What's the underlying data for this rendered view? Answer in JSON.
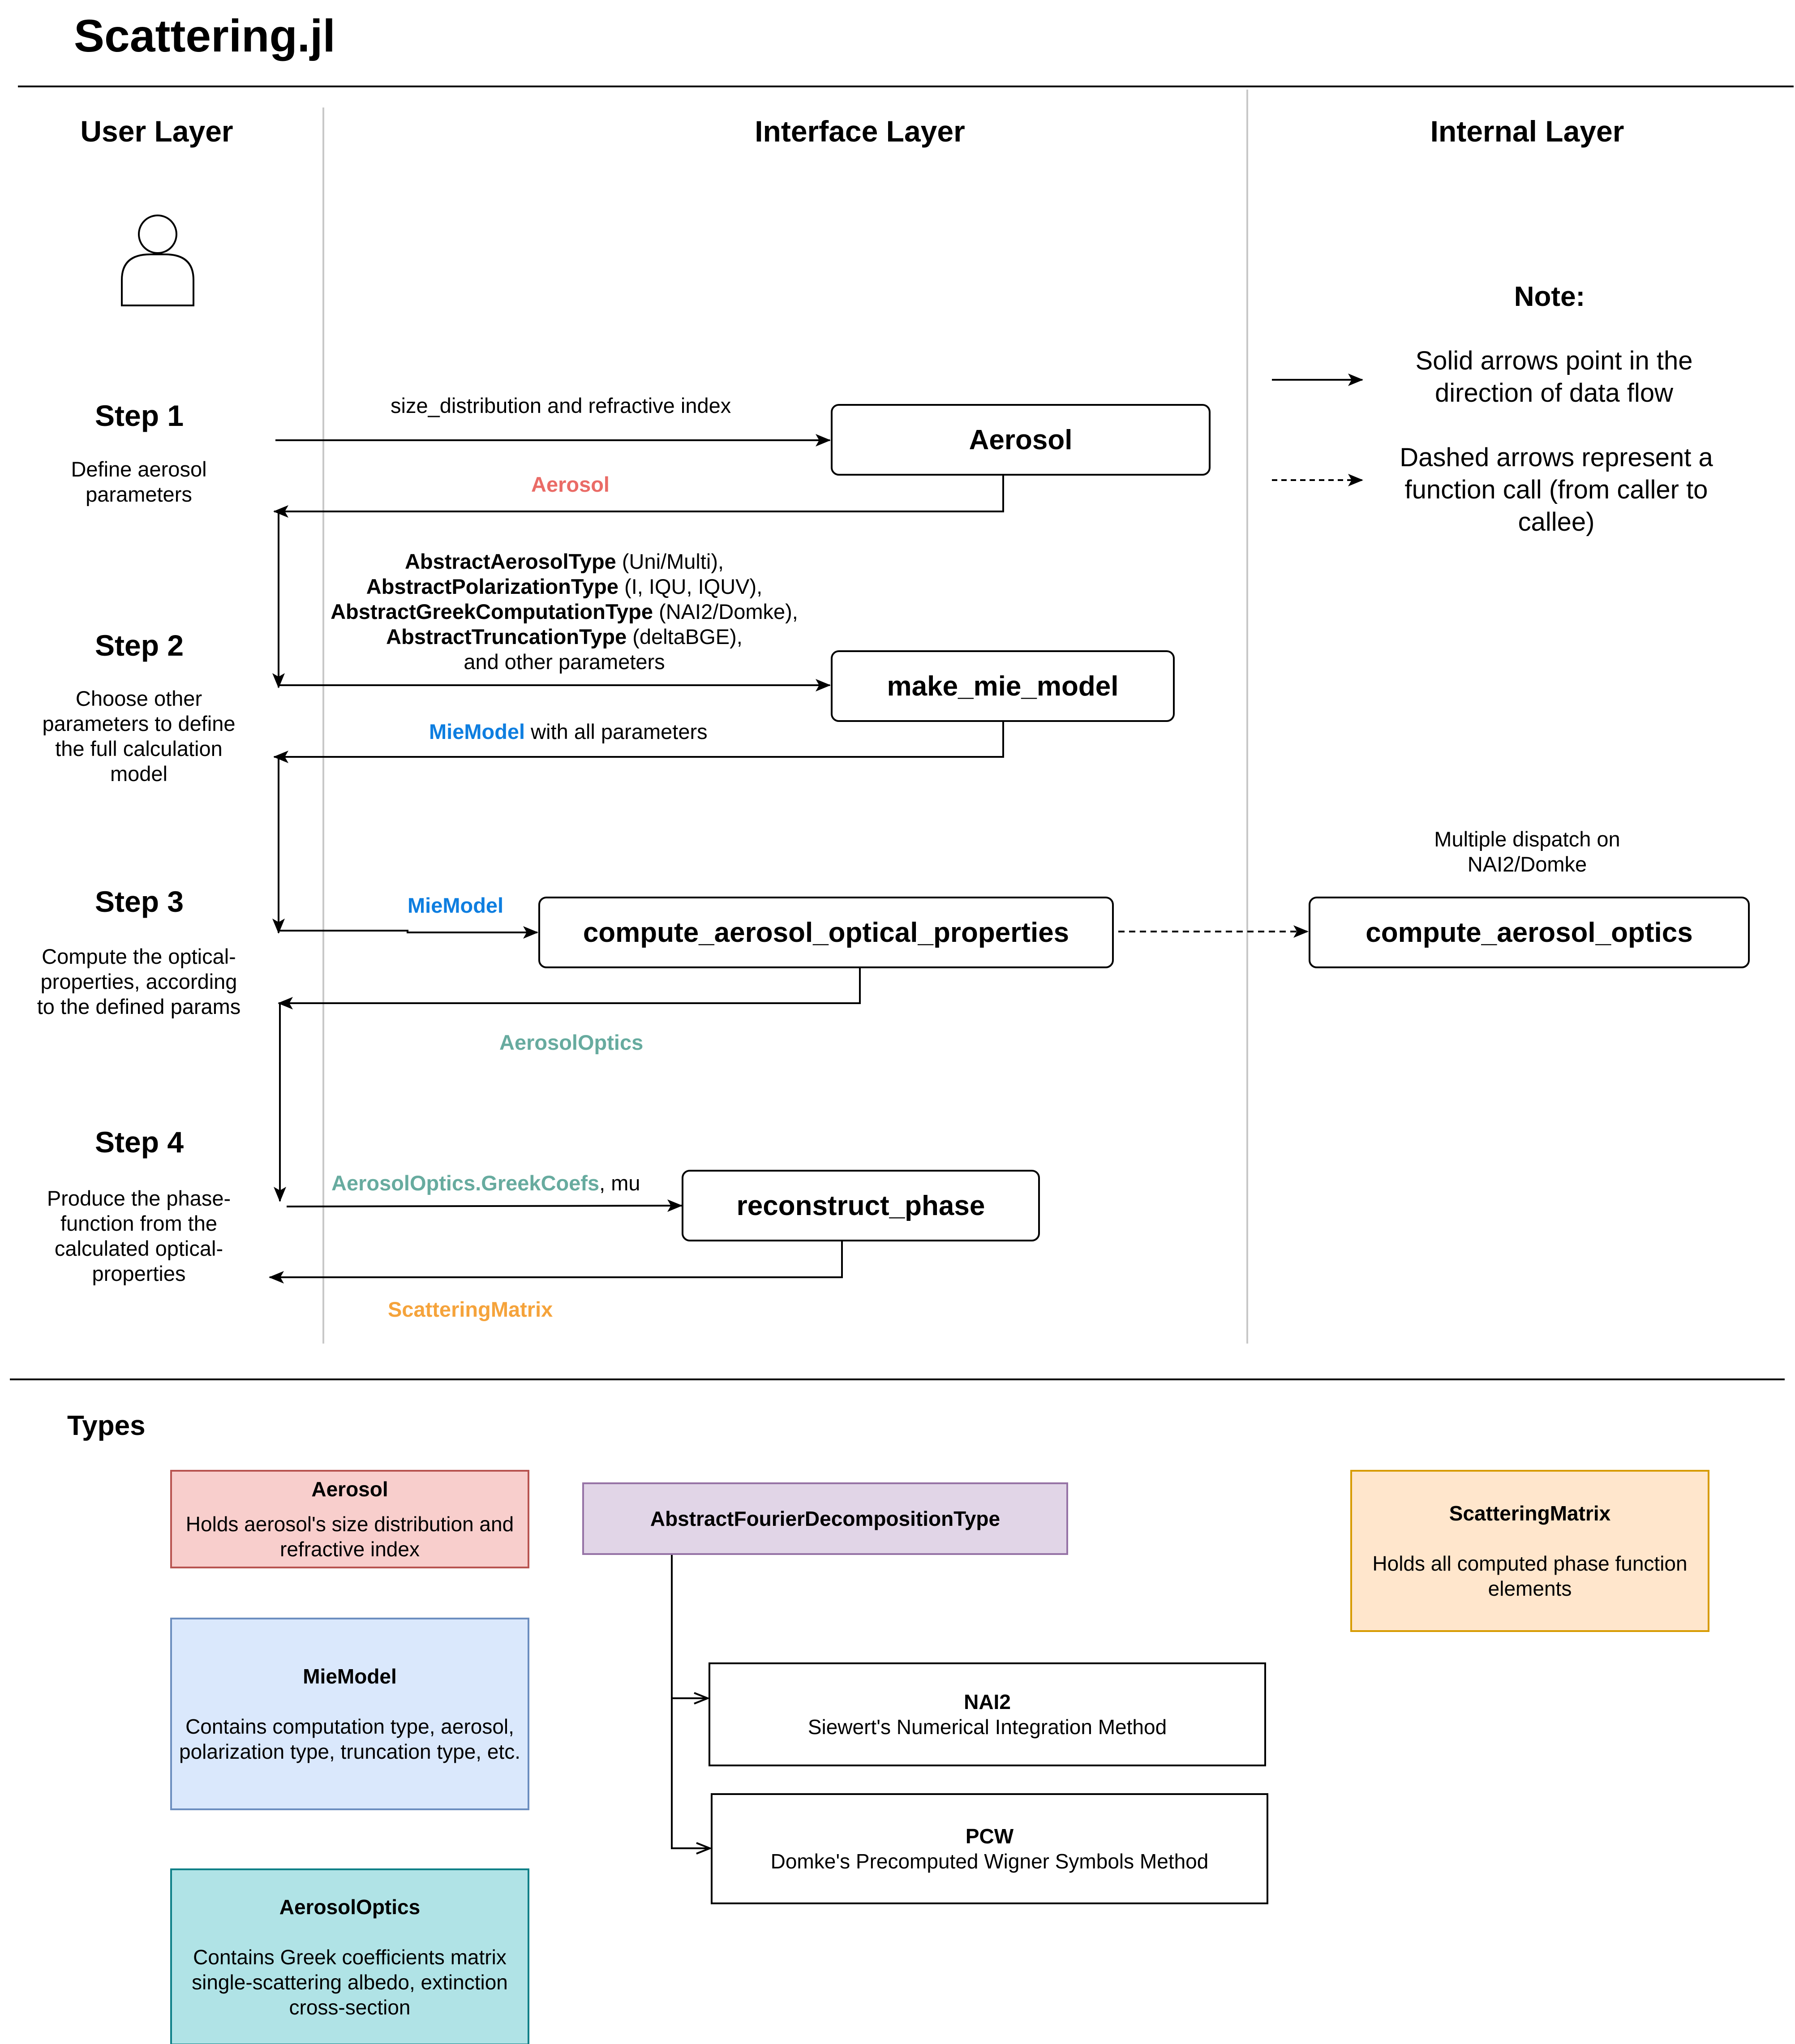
{
  "title": "Scattering.jl",
  "layers": {
    "user": "User Layer",
    "interface": "Interface Layer",
    "internal": "Internal Layer"
  },
  "note": {
    "heading": "Note:",
    "solid": "Solid arrows point in the direction of data flow",
    "dashed": "Dashed arrows represent a function call (from caller to callee)"
  },
  "steps": [
    {
      "title": "Step 1",
      "desc": "Define aerosol parameters"
    },
    {
      "title": "Step 2",
      "desc": "Choose other parameters to define the full calculation model"
    },
    {
      "title": "Step 3",
      "desc": "Compute the optical-properties, according to the defined params"
    },
    {
      "title": "Step 4",
      "desc": "Produce the phase-function from the calculated optical-properties"
    }
  ],
  "functions": {
    "aerosol": "Aerosol",
    "make_mie_model": "make_mie_model",
    "compute_props": "compute_aerosol_optical_properties",
    "compute_optics": "compute_aerosol_optics",
    "reconstruct": "reconstruct_phase"
  },
  "labels": {
    "size_dist": "size_distribution and refractive index",
    "aerosol_ret": "Aerosol",
    "abs_aerosol_type": "AbstractAerosolType",
    "abs_aerosol_type_rest": " (Uni/Multi),",
    "abs_pol_type": "AbstractPolarizationType",
    "abs_pol_type_rest": " (I, IQU, IQUV),",
    "abs_greek_type": "AbstractGreekComputationType",
    "abs_greek_type_rest": " (NAI2/Domke),",
    "abs_trunc_type": "AbstractTruncationType",
    "abs_trunc_type_rest": " (deltaBGE),",
    "other_params": "and other parameters",
    "miemodel_ret": "MieModel",
    "miemodel_ret_rest": " with all parameters",
    "miemodel_in": "MieModel",
    "dispatch": "Multiple dispatch on NAI2/Domke",
    "optics_ret": "AerosolOptics",
    "greek_in": "AerosolOptics.GreekCoefs",
    "greek_in_rest": ", mu",
    "scat_ret": "ScatteringMatrix"
  },
  "types": {
    "heading": "Types",
    "aerosol": {
      "name": "Aerosol",
      "desc": "Holds aerosol's size distribution and refractive index"
    },
    "miemodel": {
      "name": "MieModel",
      "desc": "Contains computation type, aerosol, polarization type, truncation type, etc."
    },
    "aerosoloptics": {
      "name": "AerosolOptics",
      "desc": "Contains Greek coefficients matrix single-scattering albedo, extinction cross-section"
    },
    "fourier": {
      "name": "AbstractFourierDecompositionType"
    },
    "nai2": {
      "name": "NAI2",
      "desc": "Siewert's Numerical Integration Method"
    },
    "pcw": {
      "name": "PCW",
      "desc": "Domke's Precomputed Wigner Symbols Method"
    },
    "scattering": {
      "name": "ScatteringMatrix",
      "desc": "Holds all computed phase function elements"
    }
  },
  "colors": {
    "aerosol_label": "#ea6b66",
    "miemodel_label": "#0e7ee0",
    "optics_label": "#67ab9f",
    "scattering_label": "#f5a33b",
    "aerosol_fill": "#f8cecc",
    "aerosol_stroke": "#b85450",
    "miemodel_fill": "#dae8fc",
    "miemodel_stroke": "#6c8ebf",
    "optics_fill": "#b0e3e6",
    "optics_stroke": "#0e8088",
    "fourier_fill": "#e1d5e7",
    "fourier_stroke": "#9673a6",
    "scattering_fill": "#ffe6cc",
    "scattering_stroke": "#d79b00"
  },
  "icons": {
    "user": "user-icon"
  }
}
